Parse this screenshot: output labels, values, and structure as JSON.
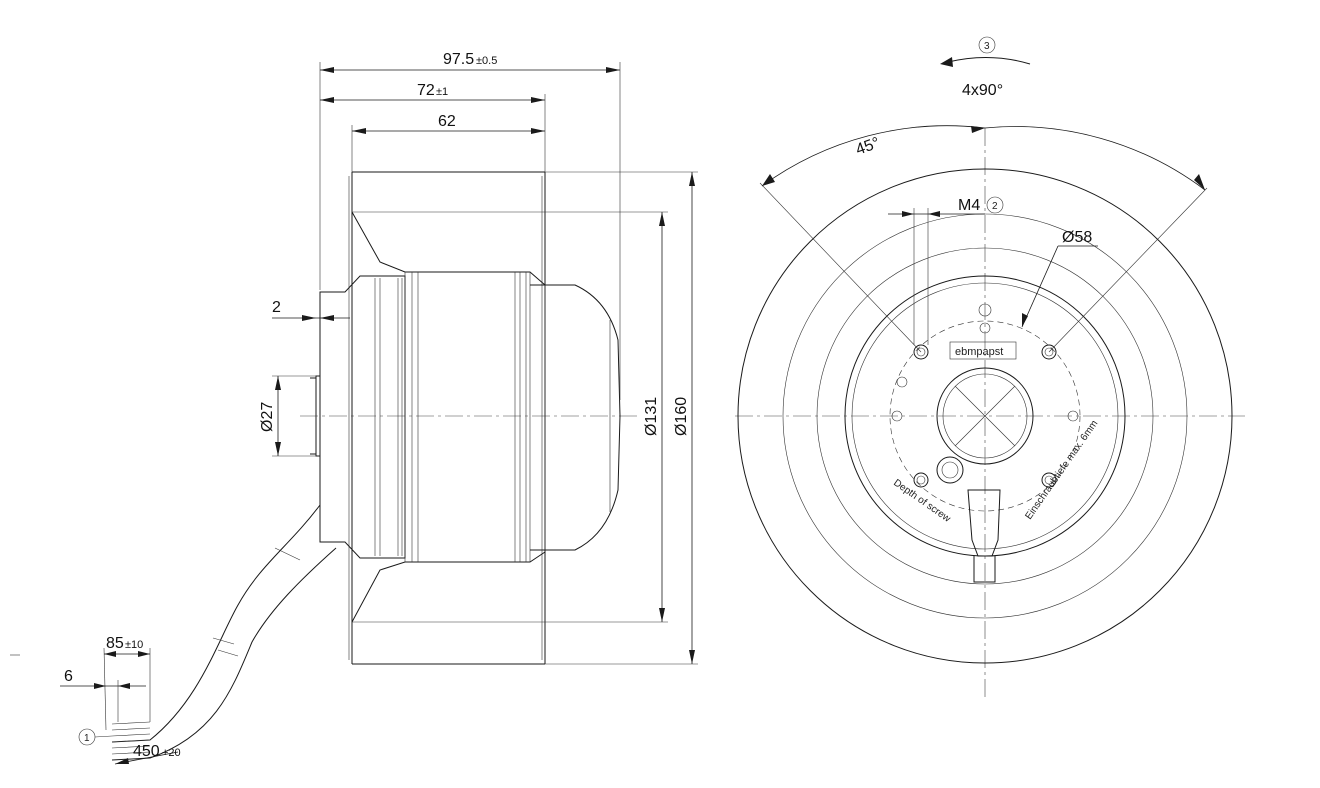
{
  "side_view": {
    "dim_overall_length": {
      "value": "97.5",
      "tolerance": "±0.5"
    },
    "dim_impeller_length": {
      "value": "72",
      "tolerance": "±1"
    },
    "dim_width": "62",
    "dim_flange_step": "2",
    "dim_hub_diameter": "Ø27",
    "dim_inner_diameter": "Ø131",
    "dim_outer_diameter": "Ø160",
    "dim_strip_length": {
      "value": "85",
      "tolerance": "±10"
    },
    "dim_wire_end": "6",
    "dim_cable_length": {
      "value": "450",
      "tolerance": "+20"
    },
    "callout_cable": "1"
  },
  "front_view": {
    "rotation_callout": "3",
    "hole_pattern": "4x90°",
    "angle": "45°",
    "thread": "M4",
    "thread_callout": "2",
    "bolt_circle": "Ø58",
    "brand": "ebmpapst",
    "label_left": "Depth of screw",
    "label_right": "Einschraubtiefe max. 6mm"
  }
}
